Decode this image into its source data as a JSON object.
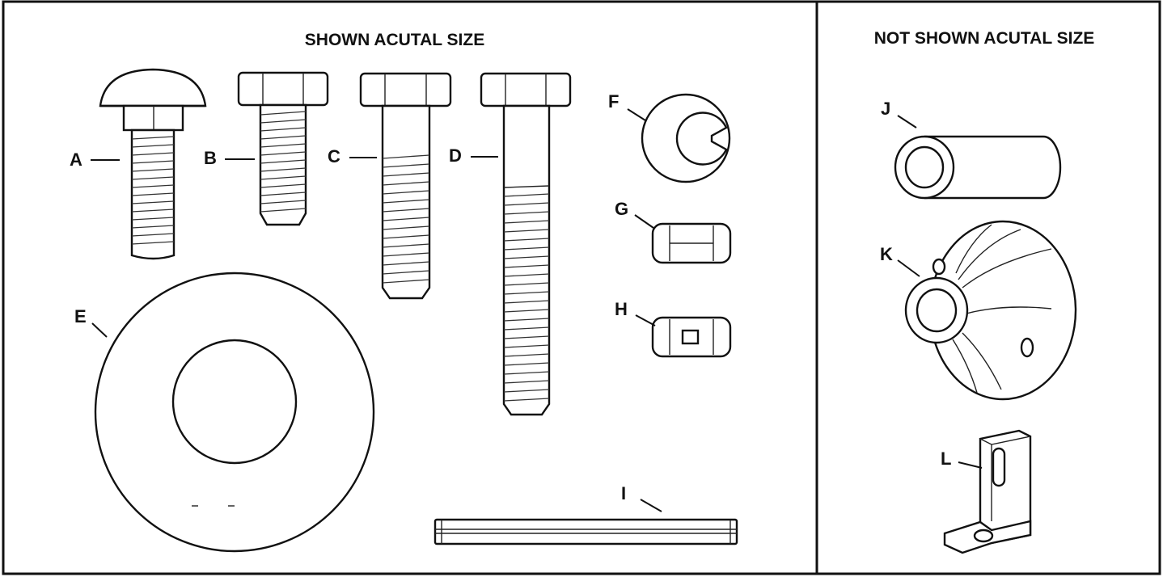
{
  "panels": {
    "left_title": "SHOWN ACUTAL SIZE",
    "right_title": "NOT SHOWN ACUTAL SIZE"
  },
  "parts": [
    {
      "id": "A",
      "label": "A",
      "icon": "carriage-bolt-icon"
    },
    {
      "id": "B",
      "label": "B",
      "icon": "short-hex-bolt-icon"
    },
    {
      "id": "C",
      "label": "C",
      "icon": "medium-hex-bolt-icon"
    },
    {
      "id": "D",
      "label": "D",
      "icon": "long-hex-bolt-icon"
    },
    {
      "id": "E",
      "label": "E",
      "icon": "flat-washer-icon"
    },
    {
      "id": "F",
      "label": "F",
      "icon": "lock-washer-icon"
    },
    {
      "id": "G",
      "label": "G",
      "icon": "hex-nut-icon"
    },
    {
      "id": "H",
      "label": "H",
      "icon": "lock-nut-icon"
    },
    {
      "id": "I",
      "label": "I",
      "icon": "key-rod-icon"
    },
    {
      "id": "J",
      "label": "J",
      "icon": "spacer-tube-icon"
    },
    {
      "id": "K",
      "label": "K",
      "icon": "flange-bearing-icon"
    },
    {
      "id": "L",
      "label": "L",
      "icon": "angle-bracket-icon"
    }
  ]
}
